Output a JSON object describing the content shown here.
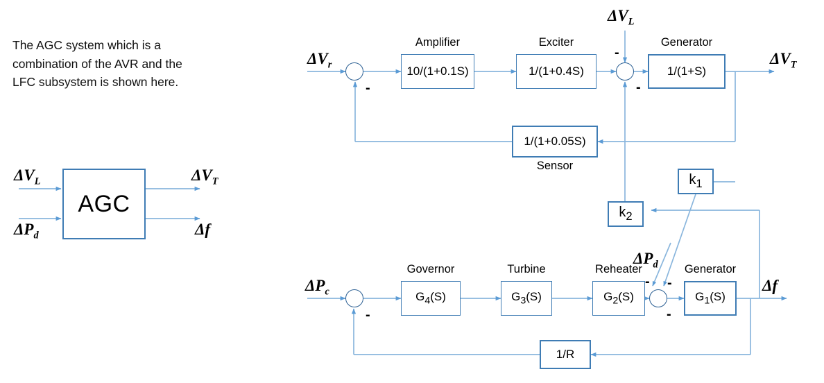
{
  "caption": {
    "text": "The AGC system which is a combination of the AVR and the LFC subsystem is shown here."
  },
  "colors": {
    "wire": "#8ab6dd",
    "block_border": "#3f7cb4",
    "block_border_dark": "#2b5f93",
    "background": "#ffffff",
    "text": "#000000"
  },
  "agc_overview": {
    "block_label": "AGC",
    "inputs": [
      {
        "name": "delta-vl",
        "label": "ΔV",
        "sub": "L"
      },
      {
        "name": "delta-pd",
        "label": "ΔP",
        "sub": "d"
      }
    ],
    "outputs": [
      {
        "name": "delta-vt",
        "label": "ΔV",
        "sub": "T"
      },
      {
        "name": "delta-f",
        "label": "Δf",
        "sub": ""
      }
    ]
  },
  "avr_subsystem": {
    "input_signal": {
      "label": "ΔV",
      "sub": "r"
    },
    "disturbance_signal": {
      "label": "ΔV",
      "sub": "L"
    },
    "output_signal": {
      "label": "ΔV",
      "sub": "T"
    },
    "blocks": [
      {
        "name": "amplifier",
        "title": "Amplifier",
        "transfer": "10/(1+0.1S)"
      },
      {
        "name": "exciter",
        "title": "Exciter",
        "transfer": "1/(1+0.4S)"
      },
      {
        "name": "generator",
        "title": "Generator",
        "transfer": "1/(1+S)"
      },
      {
        "name": "sensor",
        "title": "Sensor",
        "transfer": "1/(1+0.05S)"
      }
    ],
    "summing_signs": [
      "-",
      "-",
      "-"
    ]
  },
  "lfc_subsystem": {
    "input_signal": {
      "label": "ΔP",
      "sub": "c"
    },
    "disturbance_signal": {
      "label": "ΔP",
      "sub": "d"
    },
    "output_signal": {
      "label": "Δf",
      "sub": ""
    },
    "blocks": [
      {
        "name": "governor",
        "title": "Governor",
        "transfer": "G",
        "sub": "4",
        "transfer_tail": "(S)"
      },
      {
        "name": "turbine",
        "title": "Turbine",
        "transfer": "G",
        "sub": "3",
        "transfer_tail": "(S)"
      },
      {
        "name": "reheater",
        "title": "Reheater",
        "transfer": "G",
        "sub": "2",
        "transfer_tail": "(S)"
      },
      {
        "name": "generator",
        "title": "Generator",
        "transfer": "G",
        "sub": "1",
        "transfer_tail": "(S)"
      },
      {
        "name": "droop",
        "title": "",
        "transfer": "1/R",
        "sub": "",
        "transfer_tail": ""
      }
    ],
    "summing_signs": [
      "-",
      "-",
      "-",
      "-"
    ]
  },
  "coupling": {
    "k1": {
      "label": "k",
      "sub": "1"
    },
    "k2": {
      "label": "k",
      "sub": "2"
    }
  }
}
